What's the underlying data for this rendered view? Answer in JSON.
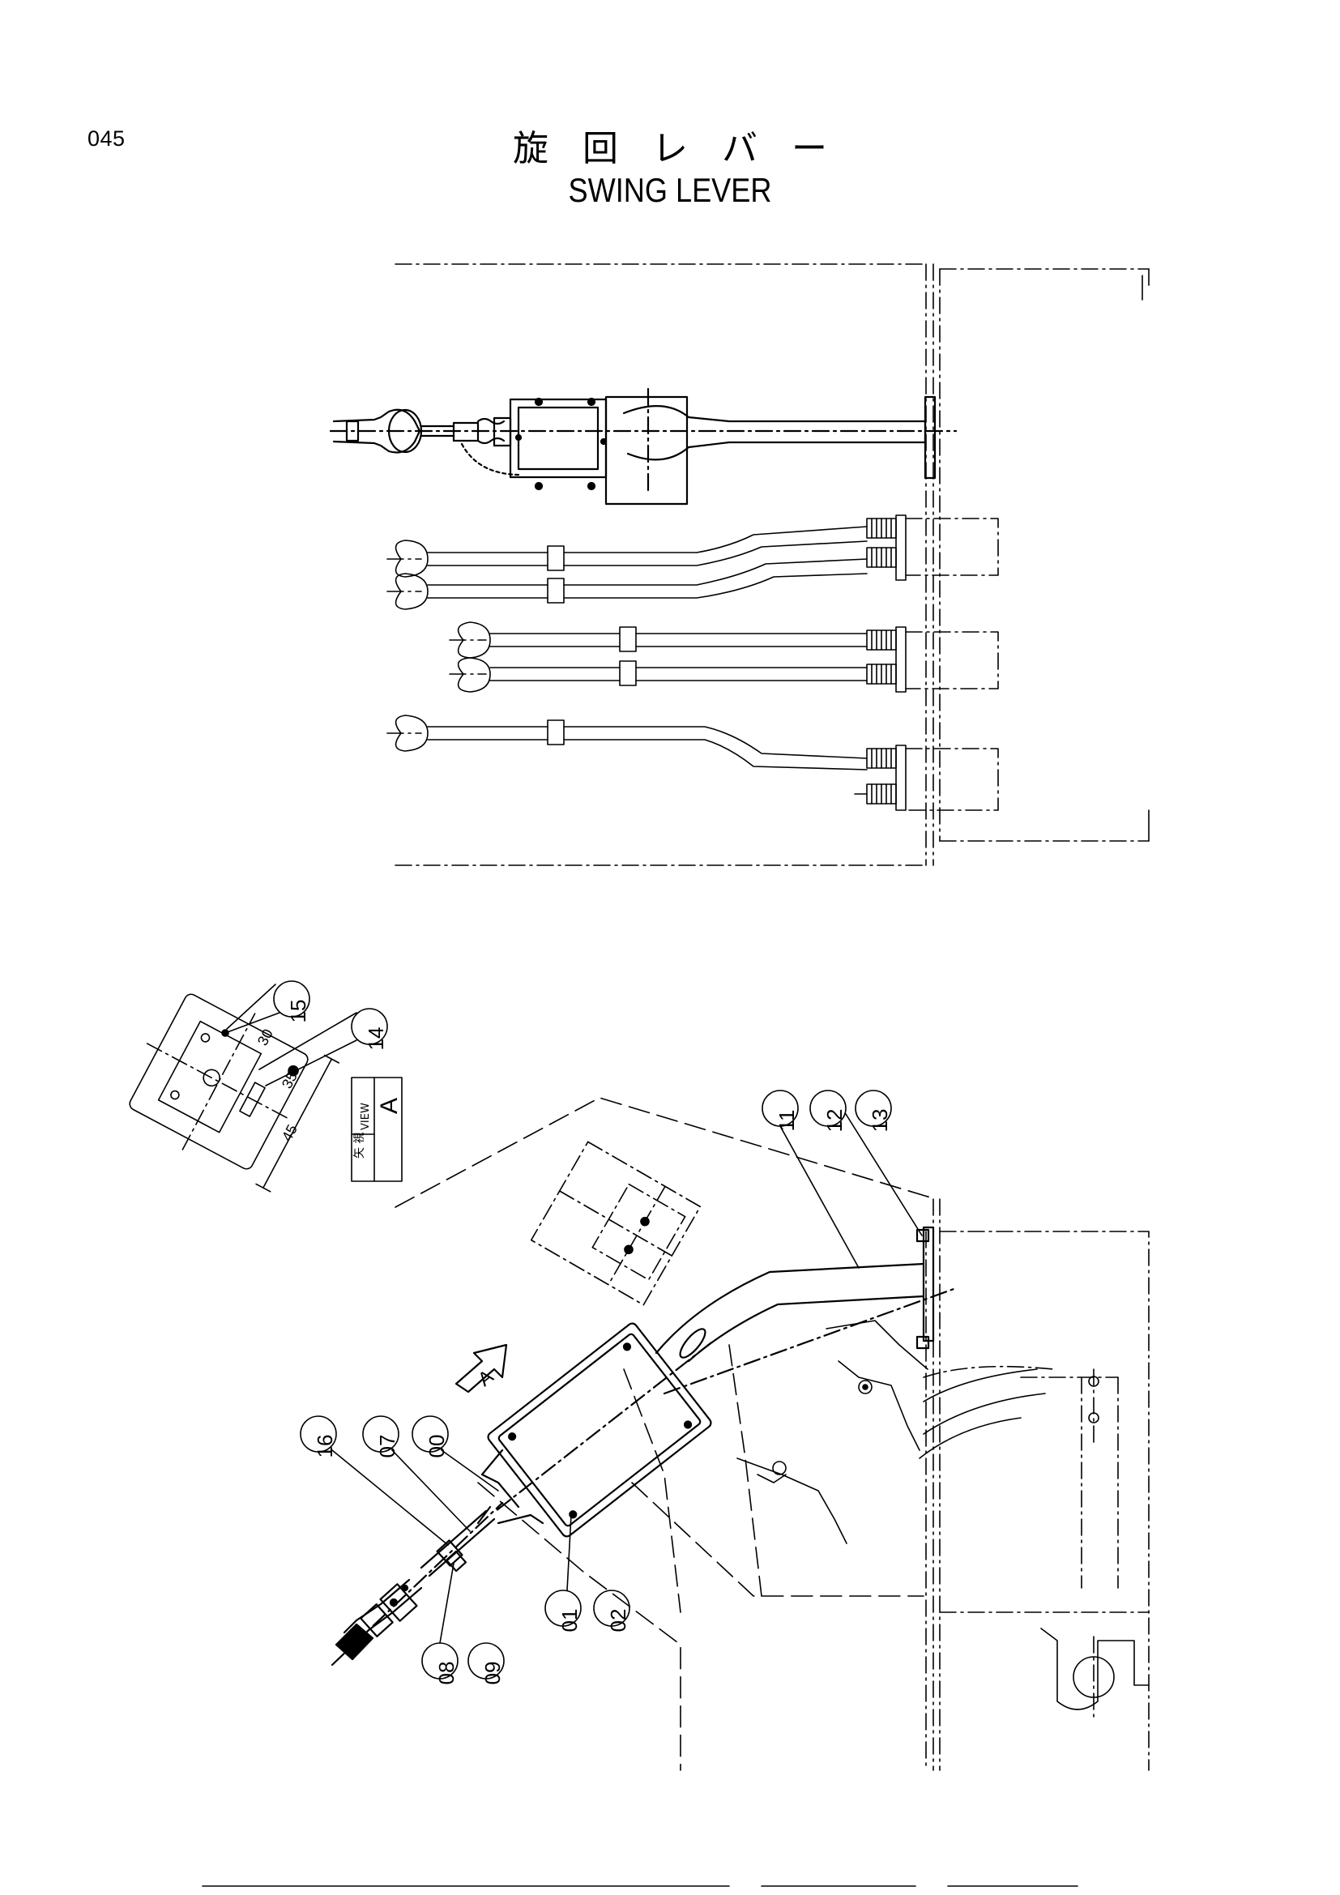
{
  "page": {
    "number": "045"
  },
  "title": {
    "japanese": "旋 回 レ バ ー",
    "english": "SWING LEVER"
  },
  "view_label": {
    "kanji": "矢 視",
    "view": "VIEW",
    "letter": "A"
  },
  "arrow_label": "A",
  "dimensions": {
    "d30": "30",
    "d35": "35",
    "d45": "45"
  },
  "callouts": [
    {
      "id": "15",
      "label": "15"
    },
    {
      "id": "14",
      "label": "14"
    },
    {
      "id": "11",
      "label": "11"
    },
    {
      "id": "12",
      "label": "12"
    },
    {
      "id": "13",
      "label": "13"
    },
    {
      "id": "16",
      "label": "16"
    },
    {
      "id": "07",
      "label": "07"
    },
    {
      "id": "00",
      "label": "00"
    },
    {
      "id": "01",
      "label": "01"
    },
    {
      "id": "02",
      "label": "02"
    },
    {
      "id": "08",
      "label": "08"
    },
    {
      "id": "09",
      "label": "09"
    }
  ]
}
